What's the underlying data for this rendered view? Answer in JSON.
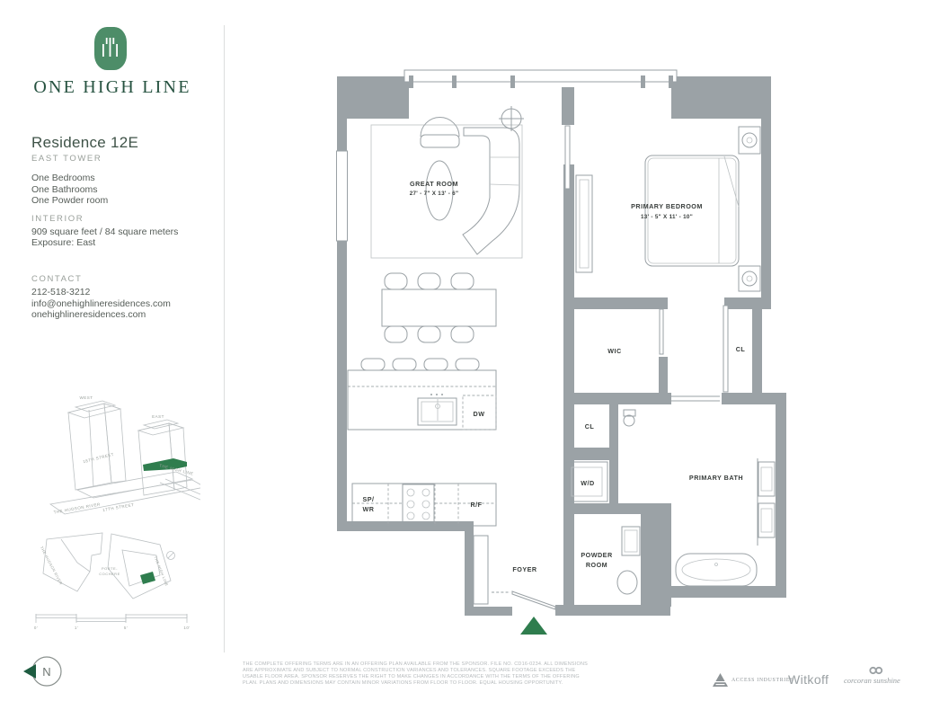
{
  "brand": {
    "name": "ONE HIGH LINE"
  },
  "residence": {
    "title": "Residence 12E",
    "tower": "EAST TOWER",
    "features": [
      "One Bedrooms",
      "One Bathrooms",
      "One Powder room"
    ],
    "interior_label": "INTERIOR",
    "area": "909 square feet / 84 square meters",
    "exposure": "Exposure: East"
  },
  "contact": {
    "label": "CONTACT",
    "phone": "212-518-3212",
    "email": "info@onehighlineresidences.com",
    "website": "onehighlineresidences.com"
  },
  "building_diagram": {
    "west": "WEST",
    "east": "EAST",
    "street_18": "18TH STREET",
    "high_line": "THE HIGH LINE",
    "hudson": "THE HUDSON RIVER",
    "street_17": "17TH STREET"
  },
  "site_map": {
    "hudson": "THE HUDSON RIVER",
    "porte_line1": "PORTE-",
    "porte_line2": "COCHERE",
    "high_line": "THE HIGH LINE"
  },
  "scale_bar": {
    "t0": "0'",
    "t1": "1'",
    "t5": "5'",
    "t10": "10'"
  },
  "compass": {
    "label": "N"
  },
  "floor_plan": {
    "great_room": {
      "name": "GREAT ROOM",
      "dims": "27' - 7\" X 13' - 6\""
    },
    "primary_bedroom": {
      "name": "PRIMARY BEDROOM",
      "dims": "13' - 5\" X 11' - 10\""
    },
    "wic": "WIC",
    "cl_right": "CL",
    "cl_left": "CL",
    "wd": "W/D",
    "primary_bath": "PRIMARY BATH",
    "powder_room": [
      "POWDER",
      "ROOM"
    ],
    "foyer": "FOYER",
    "sp_wr": [
      "SP/",
      "WR"
    ],
    "dw": "DW",
    "rf": "R/F"
  },
  "footer": {
    "disclaimer": "THE COMPLETE OFFERING TERMS ARE IN AN OFFERING PLAN AVAILABLE FROM THE SPONSOR. FILE NO. CD16-0234. ALL DIMENSIONS ARE APPROXIMATE AND SUBJECT TO NORMAL CONSTRUCTION VARIANCES AND TOLERANCES. SQUARE FOOTAGE EXCEEDS THE USABLE FLOOR AREA. SPONSOR RESERVES THE RIGHT TO MAKE CHANGES IN ACCORDANCE WITH THE TERMS OF THE OFFERING PLAN. PLANS AND DIMENSIONS MAY CONTAIN MINOR VARIATIONS FROM FLOOR TO FLOOR. EQUAL HOUSING OPPORTUNITY.",
    "logos": {
      "access": "ACCESS INDUSTRIES",
      "witkoff": "Witkoff",
      "corcoran": "corcoran sunshine"
    }
  },
  "colors": {
    "brand_green": "#4d8d68",
    "dark_green": "#265240",
    "accent_green": "#2f7d4e",
    "wall_gray": "#9ba2a6"
  }
}
